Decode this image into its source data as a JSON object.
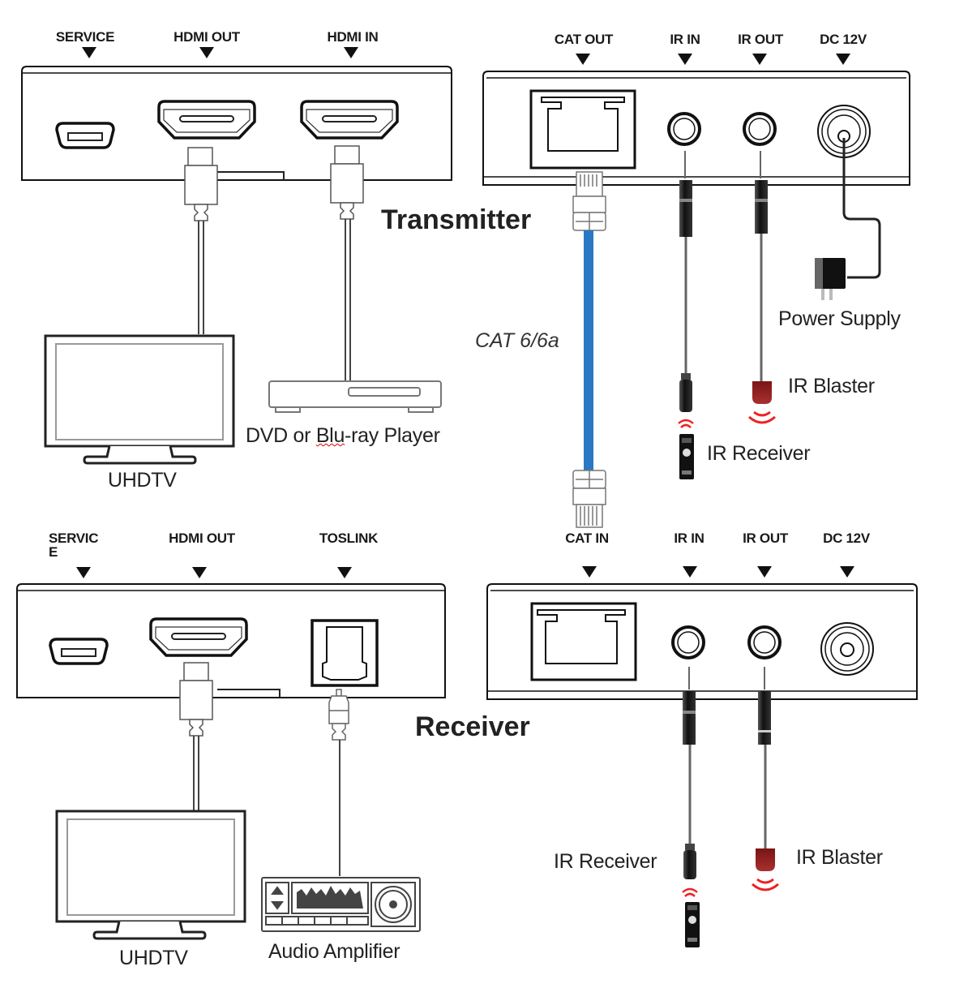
{
  "colors": {
    "cat_cable": "#2a78c4",
    "ir_blaster": "#8c1c1c",
    "ir_wave": "#ee2222",
    "outline": "#111111"
  },
  "transmitter": {
    "title": "Transmitter",
    "front_ports": [
      "SERVICE",
      "HDMI OUT",
      "HDMI IN"
    ],
    "rear_ports": [
      "CAT OUT",
      "IR IN",
      "IR OUT",
      "DC 12V"
    ],
    "devices": {
      "tv": "UHDTV",
      "player_prefix": "DVD or ",
      "player_flagged": "Blu",
      "player_suffix": "-ray Player",
      "power": "Power Supply",
      "ir_blaster": "IR Blaster",
      "ir_receiver": "IR Receiver"
    },
    "icons": [
      "micro-usb-port-icon",
      "hdmi-port-icon",
      "rj45-port-icon",
      "audio-jack-icon",
      "dc-jack-icon",
      "tv-icon",
      "blu-ray-player-icon",
      "power-adapter-icon",
      "ir-blaster-icon",
      "ir-receiver-icon",
      "remote-control-icon"
    ]
  },
  "cable": {
    "label": "CAT 6/6a"
  },
  "receiver": {
    "title": "Receiver",
    "front_ports": [
      "SERVIC\nE",
      "HDMI OUT",
      "TOSLINK"
    ],
    "front_port_service_line1": "SERVIC",
    "front_port_service_line2": "E",
    "rear_ports": [
      "CAT IN",
      "IR IN",
      "IR OUT",
      "DC 12V"
    ],
    "devices": {
      "tv": "UHDTV",
      "amplifier": "Audio Amplifier",
      "ir_receiver": "IR Receiver",
      "ir_blaster": "IR Blaster"
    },
    "icons": [
      "micro-usb-port-icon",
      "hdmi-port-icon",
      "toslink-port-icon",
      "rj45-port-icon",
      "audio-jack-icon",
      "dc-jack-icon",
      "tv-icon",
      "audio-amplifier-icon",
      "ir-receiver-icon",
      "ir-blaster-icon",
      "remote-control-icon"
    ]
  }
}
